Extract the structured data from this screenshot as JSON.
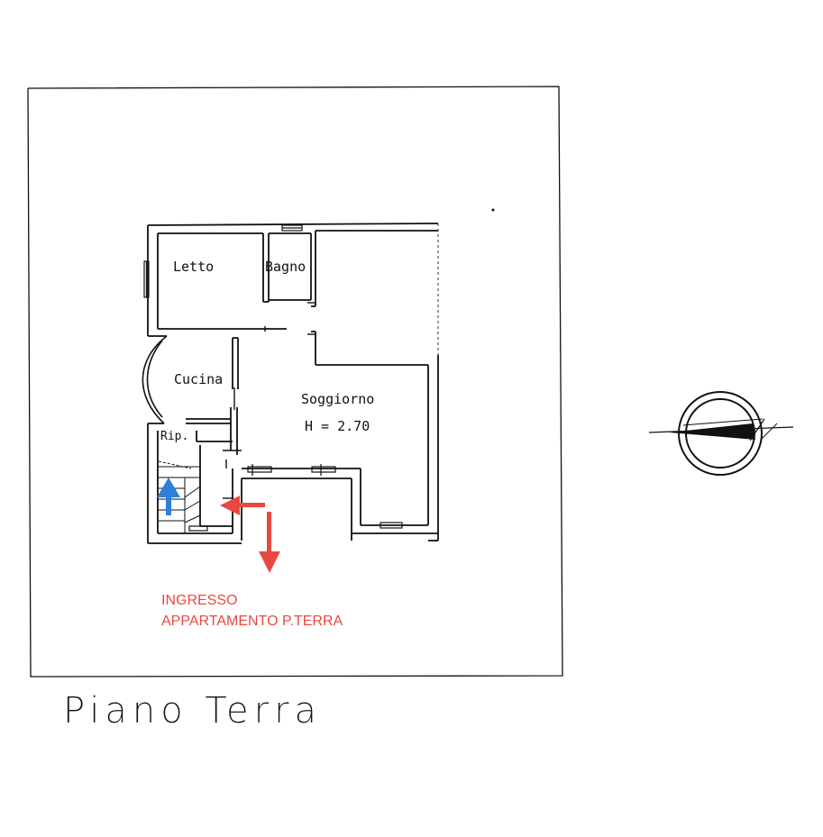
{
  "rooms": {
    "letto": "Letto",
    "bagno": "Bagno",
    "cucina": "Cucina",
    "soggiorno": "Soggiorno",
    "ripostiglio": "Rip.",
    "height": "H = 2.70"
  },
  "entrance": {
    "line1": "INGRESSO",
    "line2": "APPARTAMENTO P.TERRA"
  },
  "floor_title": "Piano Terra",
  "colors": {
    "walls": "#111111",
    "entrance_arrow": "#e8483f",
    "stair_arrow": "#2f7fd6",
    "entrance_text": "#e8483f"
  },
  "icons": [
    "north-compass-icon",
    "stair-up-arrow-icon",
    "entrance-arrow-icon"
  ]
}
